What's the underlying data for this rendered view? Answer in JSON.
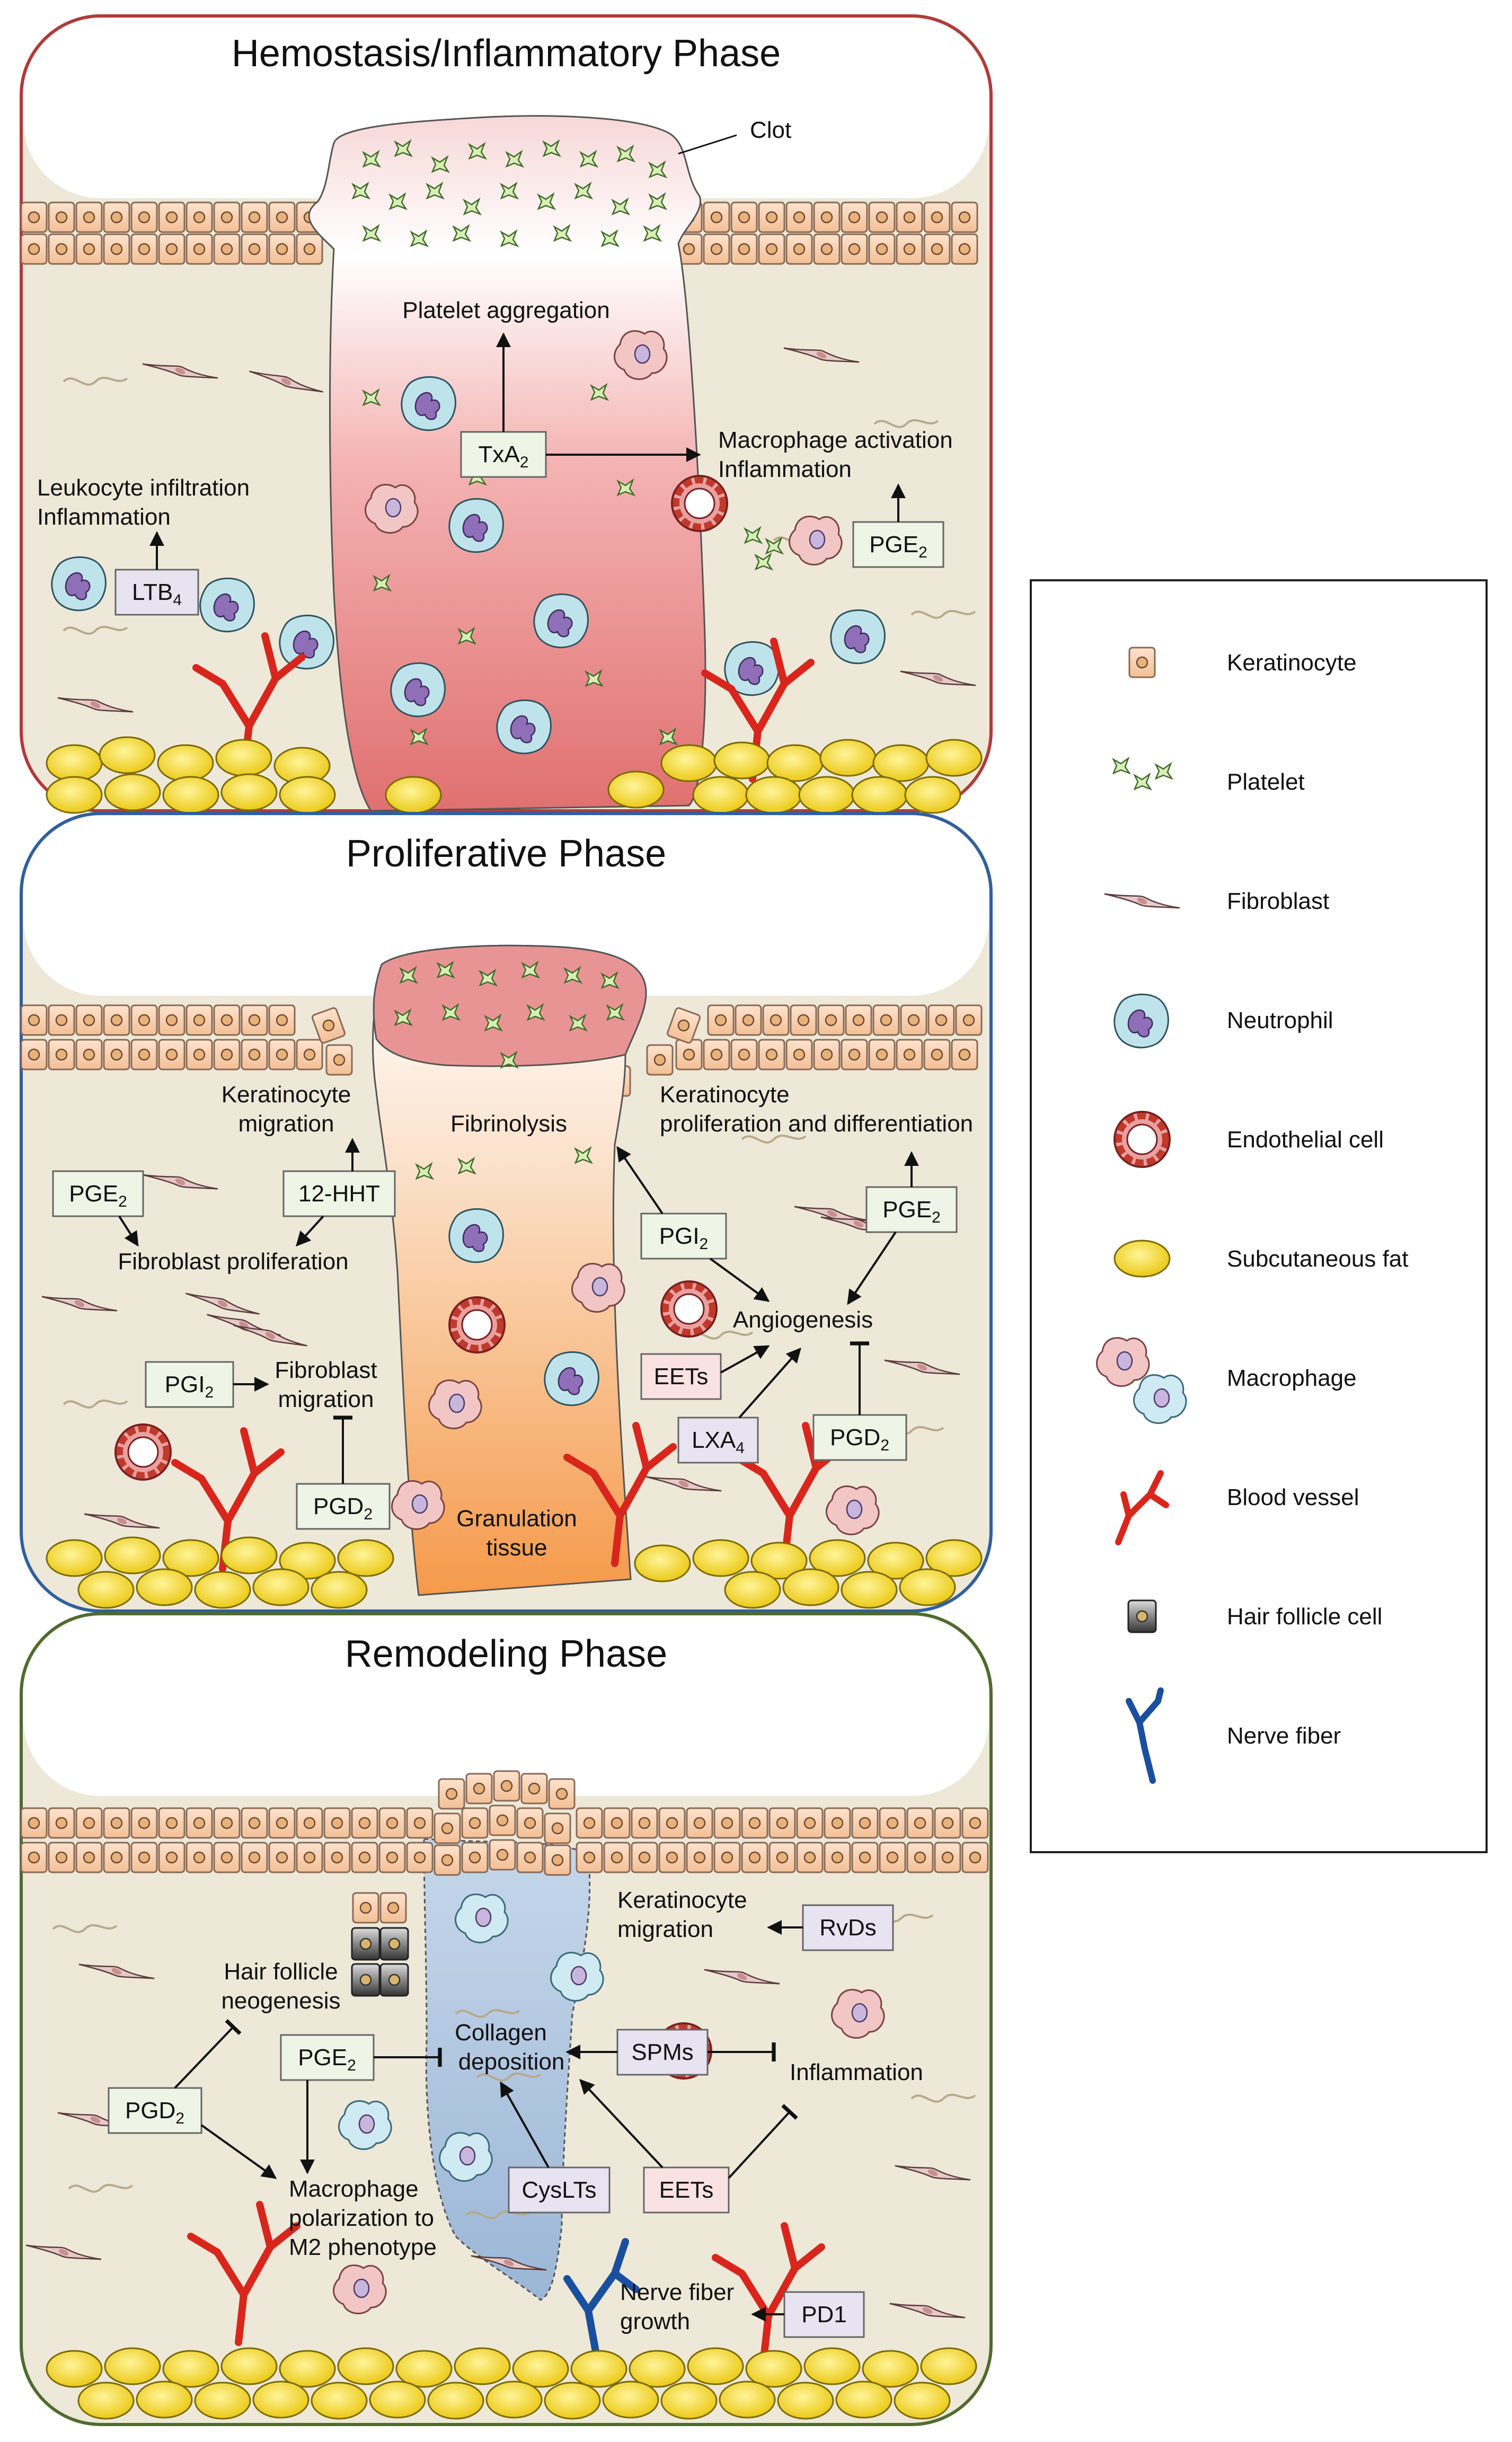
{
  "panels": [
    {
      "title": "Hemostasis/Inflammatory Phase",
      "labels": {
        "clot": "Clot",
        "platelet_aggregation": "Platelet aggregation",
        "macrophage_activation_1": "Macrophage activation",
        "macrophage_activation_2": "Inflammation",
        "leukocyte_1": "Leukocyte infiltration",
        "leukocyte_2": "Inflammation"
      },
      "mediators": {
        "txa2": {
          "base": "TxA",
          "sub": "2"
        },
        "ltb4": {
          "base": "LTB",
          "sub": "4"
        },
        "pge2": {
          "base": "PGE",
          "sub": "2"
        }
      }
    },
    {
      "title": "Proliferative Phase",
      "labels": {
        "kera_mig_1": "Keratinocyte",
        "kera_mig_2": "migration",
        "fibrinolysis": "Fibrinolysis",
        "kera_prolif_1": "Keratinocyte",
        "kera_prolif_2": "proliferation and differentiation",
        "fibro_prolif": "Fibroblast proliferation",
        "fibro_mig_1": "Fibroblast",
        "fibro_mig_2": "migration",
        "angiogenesis": "Angiogenesis",
        "granulation_1": "Granulation",
        "granulation_2": "tissue"
      },
      "mediators": {
        "pge2_left": {
          "base": "PGE",
          "sub": "2"
        },
        "hht": {
          "base": "12-HHT",
          "sub": ""
        },
        "pgi2_left": {
          "base": "PGI",
          "sub": "2"
        },
        "pgd2_left": {
          "base": "PGD",
          "sub": "2"
        },
        "pgi2_right": {
          "base": "PGI",
          "sub": "2"
        },
        "pge2_right": {
          "base": "PGE",
          "sub": "2"
        },
        "eets": {
          "base": "EETs",
          "sub": ""
        },
        "lxa4": {
          "base": "LXA",
          "sub": "4"
        },
        "pgd2_right": {
          "base": "PGD",
          "sub": "2"
        }
      }
    },
    {
      "title": "Remodeling Phase",
      "labels": {
        "kera_mig_1": "Keratinocyte",
        "kera_mig_2": "migration",
        "hair_1": "Hair follicle",
        "hair_2": "neogenesis",
        "collagen_1": "Collagen",
        "collagen_2": "deposition",
        "inflammation": "Inflammation",
        "macro_pol_1": "Macrophage",
        "macro_pol_2": "polarization to",
        "macro_pol_3": "M2 phenotype",
        "nerve_1": "Nerve fiber",
        "nerve_2": "growth"
      },
      "mediators": {
        "rvds": {
          "base": "RvDs",
          "sub": ""
        },
        "spms": {
          "base": "SPMs",
          "sub": ""
        },
        "pge2": {
          "base": "PGE",
          "sub": "2"
        },
        "pgd2": {
          "base": "PGD",
          "sub": "2"
        },
        "cyslts": {
          "base": "CysLTs",
          "sub": ""
        },
        "eets": {
          "base": "EETs",
          "sub": ""
        },
        "pd1": {
          "base": "PD1",
          "sub": ""
        }
      }
    }
  ],
  "legend": [
    {
      "icon": "keratinocyte-icon",
      "label": "Keratinocyte"
    },
    {
      "icon": "platelet-icon",
      "label": "Platelet"
    },
    {
      "icon": "fibroblast-icon",
      "label": "Fibroblast"
    },
    {
      "icon": "neutrophil-icon",
      "label": "Neutrophil"
    },
    {
      "icon": "endothelial-cell-icon",
      "label": "Endothelial cell"
    },
    {
      "icon": "subcutaneous-fat-icon",
      "label": "Subcutaneous fat"
    },
    {
      "icon": "macrophage-icon",
      "label": "Macrophage"
    },
    {
      "icon": "blood-vessel-icon",
      "label": "Blood vessel"
    },
    {
      "icon": "hair-follicle-cell-icon",
      "label": "Hair follicle cell"
    },
    {
      "icon": "nerve-fiber-icon",
      "label": "Nerve fiber"
    }
  ],
  "colors": {
    "panel1_border": "#b03a3a",
    "panel2_border": "#2f5f9e",
    "panel3_border": "#4f6b2e",
    "dermis": "#ede8d8",
    "keratinocyte": "#f6cba6",
    "fat": "#f2d21a",
    "blood_vessel": "#d9261c",
    "nerve": "#1a4fa0",
    "box_green": "#eef5e6",
    "box_purple": "#e8e3f1",
    "box_pink": "#fbe2e2"
  }
}
